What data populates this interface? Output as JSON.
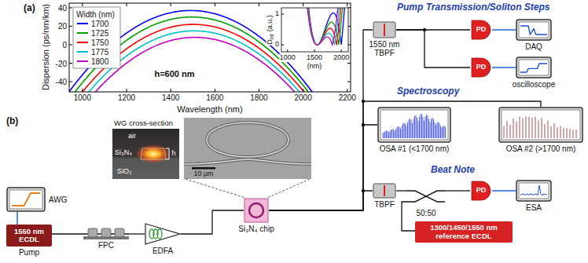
{
  "diagram": {
    "nodes": [
      {
        "text": [
          "AWG"
        ]
      },
      {
        "text": [
          "1550 nm ECDL",
          "Pump"
        ]
      },
      {
        "text": [
          "FPC"
        ]
      },
      {
        "text": [
          "EDFA"
        ]
      },
      {
        "text": [
          "Si₃N₄ chip"
        ]
      },
      {
        "text": [
          "1550 nm TBPF"
        ]
      },
      {
        "text": [
          "PD"
        ]
      },
      {
        "text": [
          "DAQ"
        ]
      },
      {
        "text": [
          "PD"
        ]
      },
      {
        "text": [
          "oscilloscope"
        ]
      },
      {
        "text": [
          "OSA #1 (<1700 nm)"
        ]
      },
      {
        "text": [
          "OSA #2 (>1700 nm)"
        ]
      },
      {
        "text": [
          "TBPF"
        ]
      },
      {
        "text": [
          "50:50"
        ]
      },
      {
        "text": [
          "PD"
        ]
      },
      {
        "text": [
          "ESA"
        ]
      },
      {
        "text": [
          "1300/1450/1550 nm reference ECDL"
        ]
      }
    ],
    "edges": [
      {
        "from": 0,
        "to": 1,
        "arrow": "none"
      },
      {
        "from": 1,
        "to": 2,
        "arrow": "none"
      },
      {
        "from": 2,
        "to": 3,
        "arrow": "none"
      },
      {
        "from": 3,
        "to": 4,
        "arrow": "none"
      },
      {
        "from": 4,
        "to": 5,
        "arrow": "none"
      },
      {
        "from": 4,
        "to": 10,
        "arrow": "none"
      },
      {
        "from": 4,
        "to": 11,
        "arrow": "none"
      },
      {
        "from": 4,
        "to": 12,
        "arrow": "none"
      },
      {
        "from": 5,
        "to": 6,
        "arrow": "none"
      },
      {
        "from": 5,
        "to": 8,
        "arrow": "none"
      },
      {
        "from": 6,
        "to": 7,
        "arrow": "none"
      },
      {
        "from": 8,
        "to": 9,
        "arrow": "none"
      },
      {
        "from": 12,
        "to": 13,
        "arrow": "none"
      },
      {
        "from": 16,
        "to": 13,
        "arrow": "none"
      },
      {
        "from": 13,
        "to": 14,
        "arrow": "none"
      },
      {
        "from": 14,
        "to": 15,
        "arrow": "none"
      }
    ],
    "labels": [
      "(a)",
      "Width (nm)",
      "h=600 nm",
      "40",
      "20",
      "0",
      "-20",
      "-40",
      "Dispersion (ps/nm/km)",
      "1000",
      "1200",
      "1400",
      "1600",
      "1800",
      "2000",
      "2200",
      "Wavelength (nm)",
      "D",
      "int",
      "(a.u.)",
      "1",
      "0",
      "1000",
      "1500",
      "2000",
      "(nm)",
      "(b)",
      "WG cross-section",
      "air",
      "Si₃N₄",
      "SiO₂",
      "h",
      "10 μm",
      "Pump Transmission/Soliton Steps",
      "Spectroscopy",
      "Beat Note"
    ],
    "legend": [
      {
        "text": "1700",
        "color": "#0000ff"
      },
      {
        "text": "1725",
        "color": "#00a000"
      },
      {
        "text": "1750",
        "color": "#ff0000"
      },
      {
        "text": "1775",
        "color": "#00c0c0"
      },
      {
        "text": "1800",
        "color": "#c000c0"
      }
    ]
  }
}
